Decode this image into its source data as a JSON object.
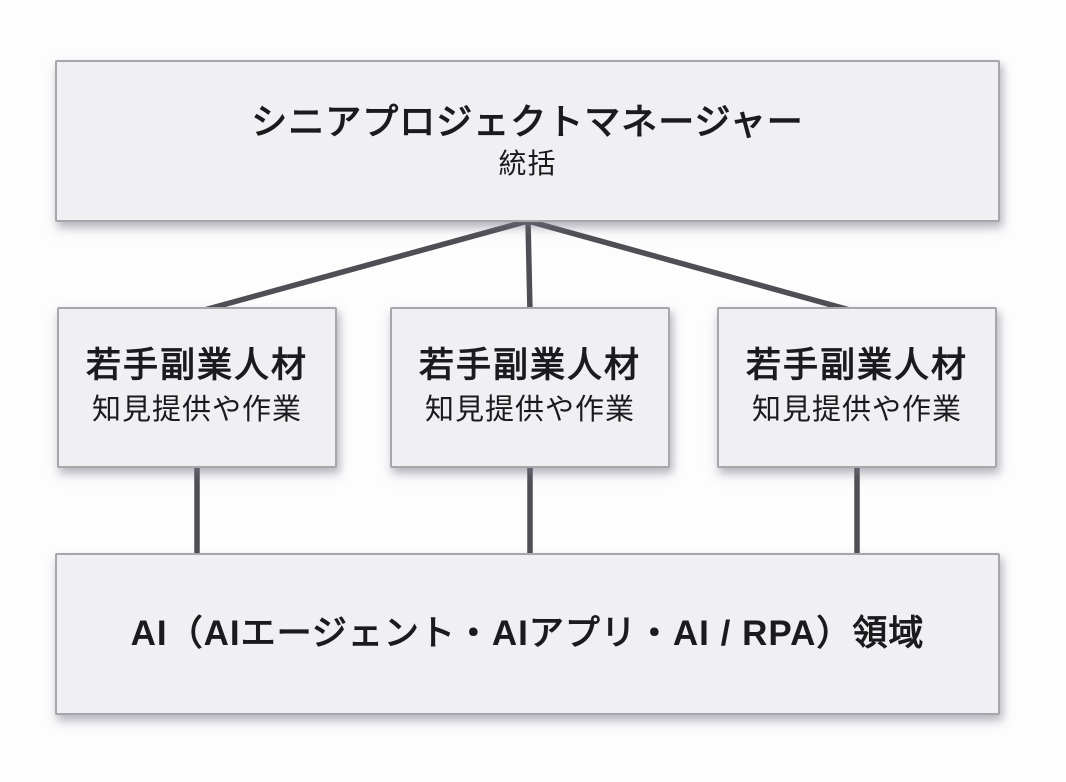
{
  "diagram": {
    "top_node": {
      "title": "シニアプロジェクトマネージャー",
      "subtitle": "統括"
    },
    "middle_nodes": [
      {
        "title": "若手副業人材",
        "subtitle": "知見提供や作業"
      },
      {
        "title": "若手副業人材",
        "subtitle": "知見提供や作業"
      },
      {
        "title": "若手副業人材",
        "subtitle": "知見提供や作業"
      }
    ],
    "bottom_node": {
      "title": "AI（AIエージェント・AIアプリ・AI / RPA）領域"
    },
    "colors": {
      "background": "#fdfdfe",
      "box_fill": "#f0f0f2",
      "box_border": "#a6a6ab",
      "connector": "#4e4e54",
      "text": "#1b1b1d"
    }
  }
}
